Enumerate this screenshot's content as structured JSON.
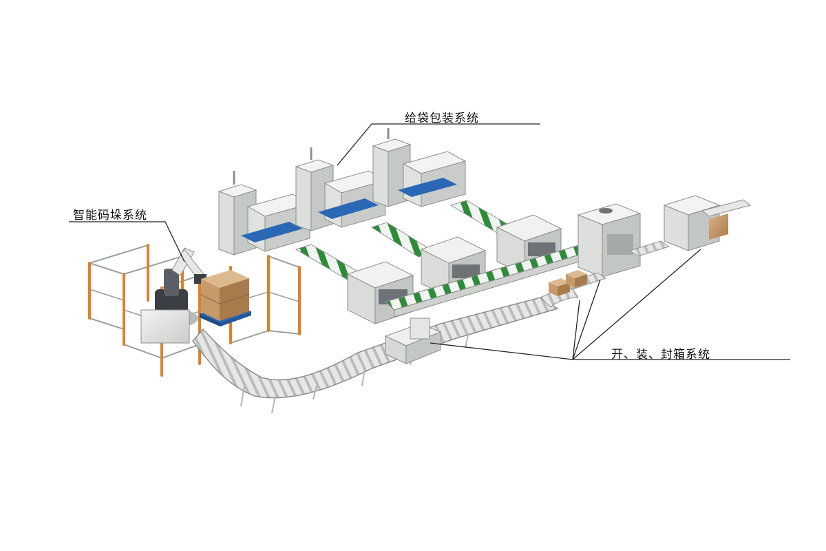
{
  "labels": {
    "bag_packaging": "给袋包装系统",
    "palletizing": "智能码垛系统",
    "case_system": "开、装、封箱系统"
  },
  "colors": {
    "machine_body": "#e9ebe8",
    "machine_shade": "#c9ccc8",
    "machine_outline": "#8a8e8a",
    "belt_green": "#2e8b3a",
    "belt_blue": "#2a67b4",
    "fence_orange": "#e0802a",
    "fence_grey": "#9aa09c",
    "cardboard": "#c79a6b",
    "robot_dark": "#3b3f44",
    "leader_line": "#222222"
  }
}
